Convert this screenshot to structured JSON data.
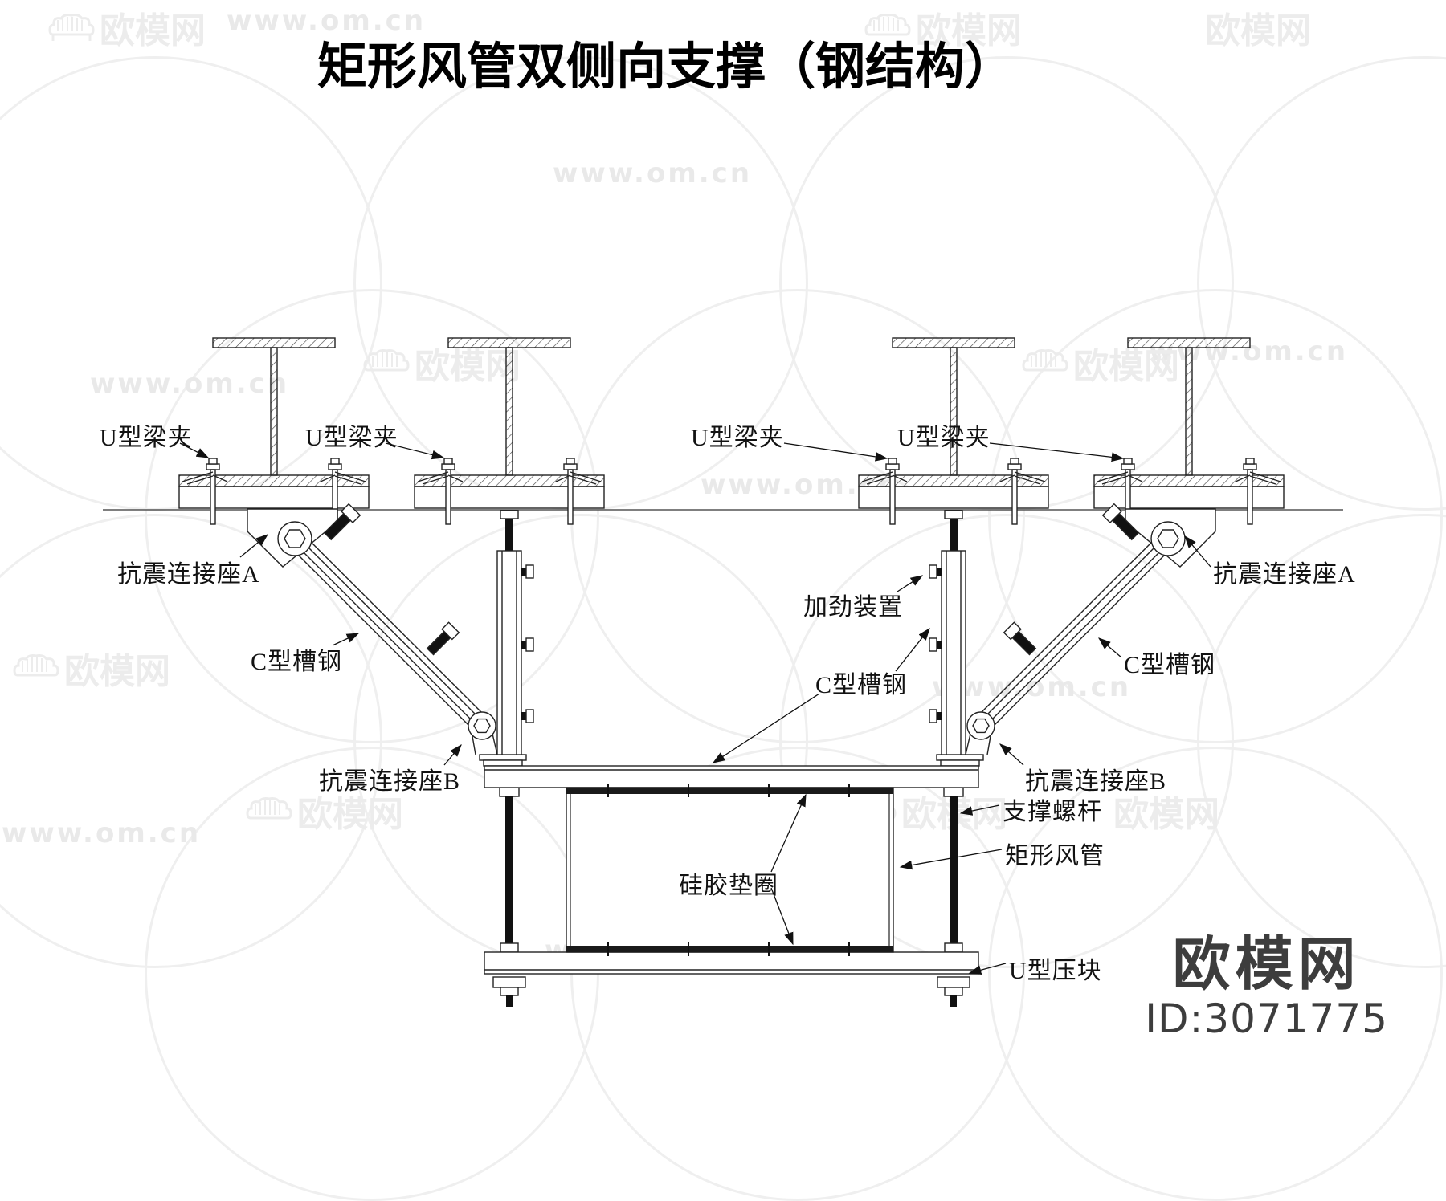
{
  "title": "矩形风管双侧向支撑（钢结构）",
  "watermark": {
    "url": "www.om.cn",
    "site": "欧模网"
  },
  "brand": {
    "site": "欧模网",
    "id": "ID:3071775"
  },
  "labels": [
    {
      "text": "U型梁夹"
    },
    {
      "text": "U型梁夹"
    },
    {
      "text": "U型梁夹"
    },
    {
      "text": "U型梁夹"
    },
    {
      "text": "抗震连接座A"
    },
    {
      "text": "C型槽钢"
    },
    {
      "text": "抗震连接座B"
    },
    {
      "text": "加劲装置"
    },
    {
      "text": "C型槽钢"
    },
    {
      "text": "硅胶垫圈"
    },
    {
      "text": "抗震连接座B"
    },
    {
      "text": "C型槽钢"
    },
    {
      "text": "抗震连接座A"
    },
    {
      "text": "支撑螺杆"
    },
    {
      "text": "矩形风管"
    },
    {
      "text": "U型压块"
    }
  ]
}
